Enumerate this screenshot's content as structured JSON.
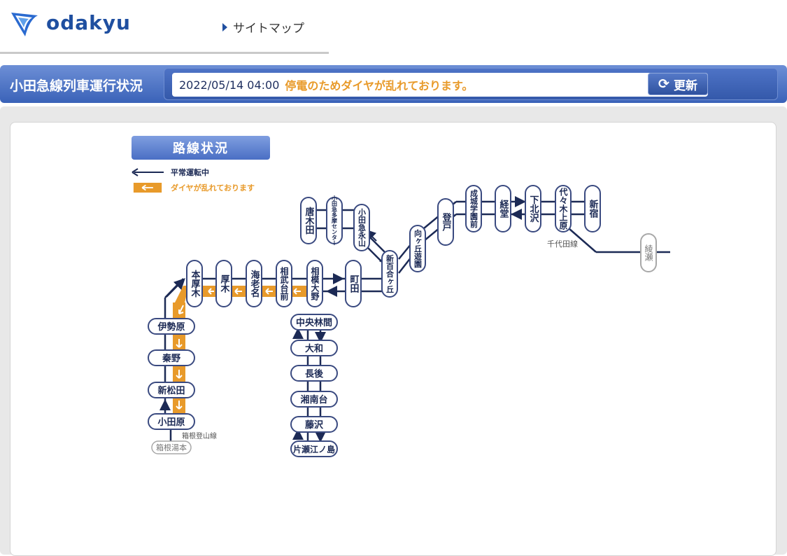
{
  "header": {
    "logo_text": "odakyu",
    "sitemap_label": "サイトマップ"
  },
  "statusbar": {
    "title": "小田急線列車運行状況",
    "timestamp": "2022/05/14 04:00",
    "message": "停電のためダイヤが乱れております。",
    "refresh_label": "更新"
  },
  "legend": {
    "title": "路線状況",
    "normal": "平常運転中",
    "delay": "ダイヤが乱れております"
  },
  "colors": {
    "brand": "#1f4fa0",
    "line_normal": "#1c2a55",
    "delay": "#e89a2a"
  },
  "stations": {
    "shinjuku": "新宿",
    "yoyogiuehara": "代々木上原",
    "shimokitazawa": "下北沢",
    "kyodo": "経堂",
    "seijogakuenmae": "成城学園前",
    "noborito": "登戸",
    "mukogaokayuen": "向ヶ丘遊園",
    "shinyurigaoka": "新百合ヶ丘",
    "odakyunagayama": "小田急永山",
    "tamacenter": "小田急多摩センター",
    "karakida": "唐木田",
    "machida": "町田",
    "sagamiono": "相模大野",
    "sagamikokubudai": "相武台前",
    "ebina": "海老名",
    "atsugi": "厚木",
    "honatsugi": "本厚木",
    "isehara": "伊勢原",
    "hadano": "秦野",
    "shinmatsuda": "新松田",
    "odawara": "小田原",
    "hakoneyumoto": "箱根湯本",
    "ayase": "綾瀬",
    "chuorinkan": "中央林間",
    "yamato": "大和",
    "chogo": "長後",
    "shonandai": "湘南台",
    "fujisawa": "藤沢",
    "katasebinoshima": "片瀬江ノ島"
  },
  "line_labels": {
    "chiyoda": "千代田線",
    "hakone": "箱根登山線"
  }
}
